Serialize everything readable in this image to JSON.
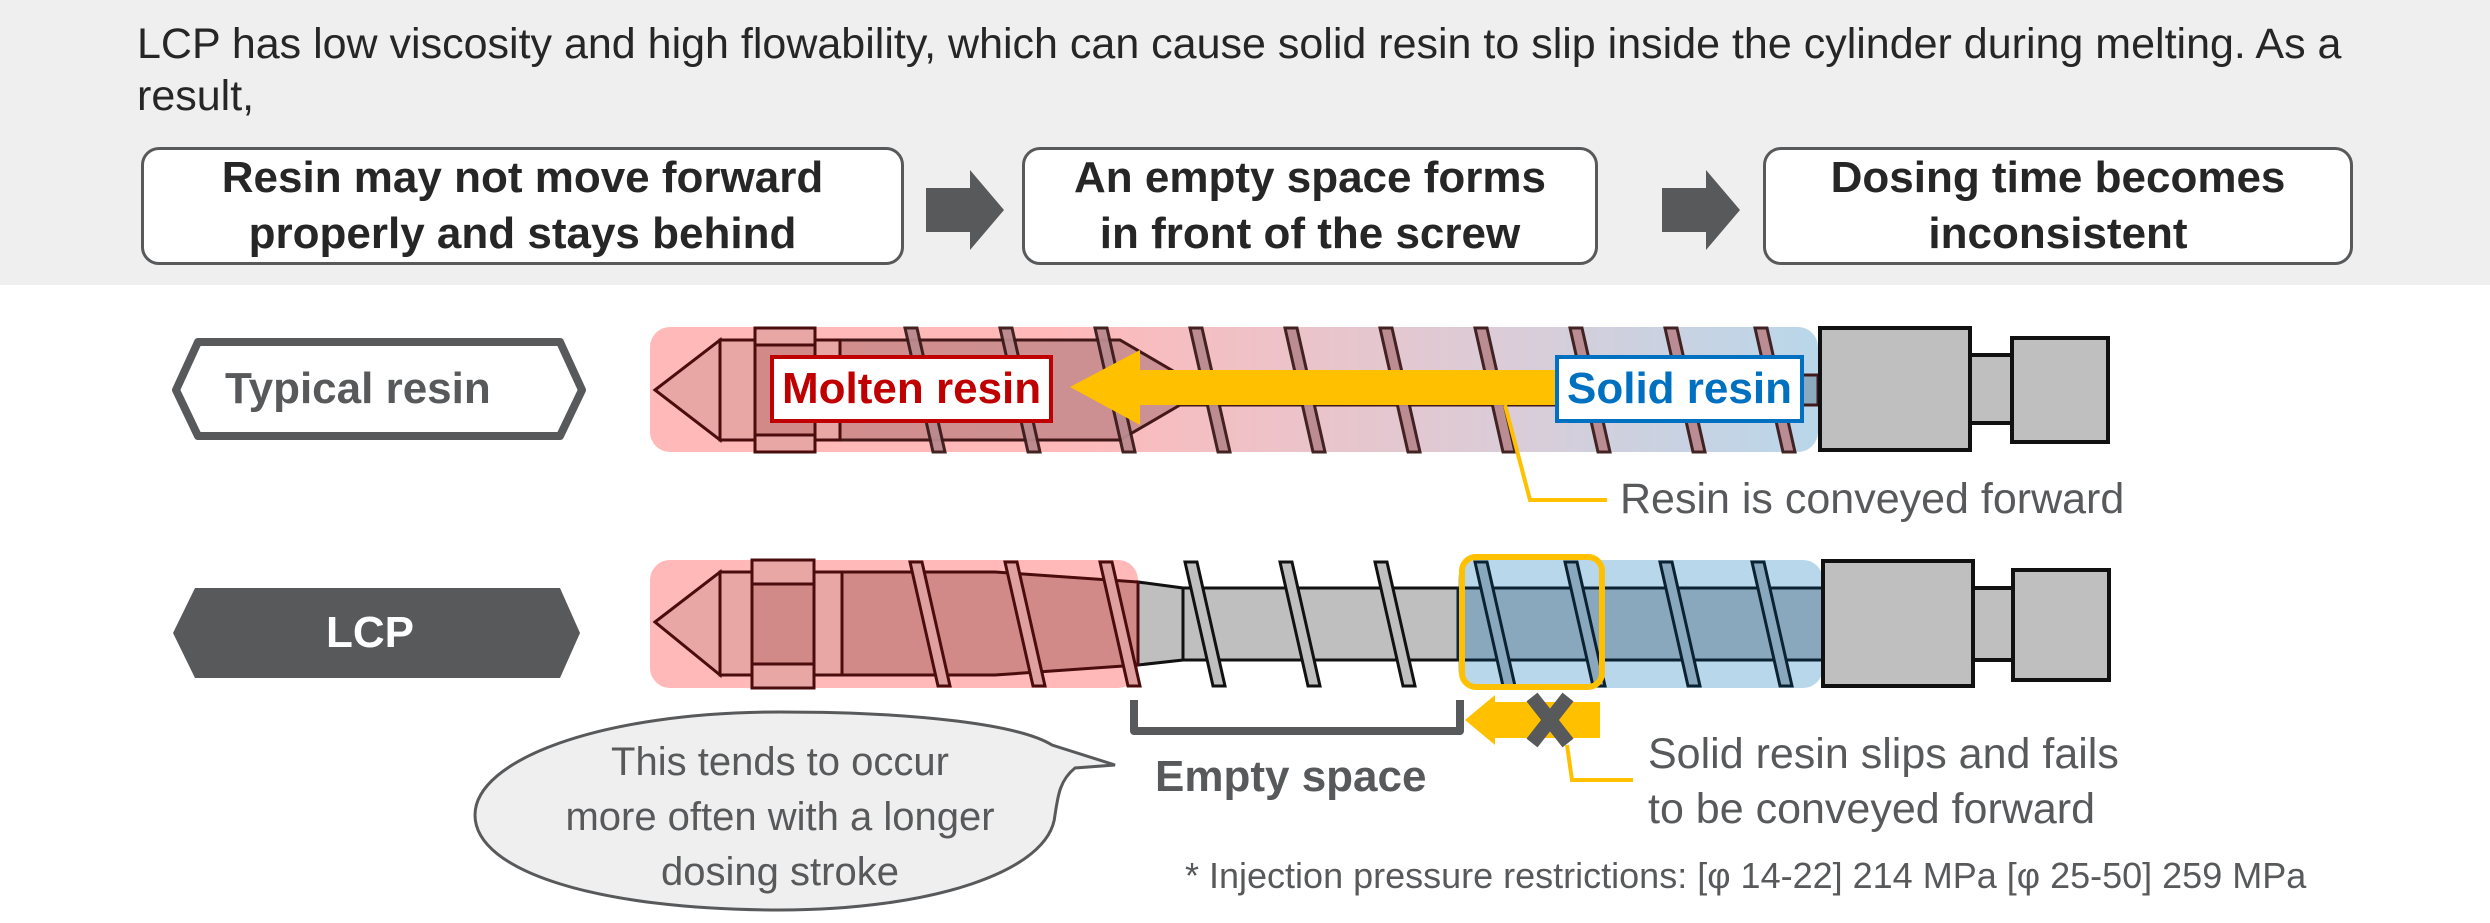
{
  "intro": {
    "text": "LCP has low viscosity and high flowability, which can cause solid resin to slip inside the cylinder during melting. As a result,"
  },
  "flow": {
    "steps": [
      {
        "label_line1": "Resin may not move forward",
        "label_line2": "properly and stays behind"
      },
      {
        "label_line1": "An empty space forms",
        "label_line2": "in front of the screw"
      },
      {
        "label_line1": "Dosing time becomes",
        "label_line2": "inconsistent"
      }
    ],
    "arrow_icon": "right-block-arrow"
  },
  "typical": {
    "label": "Typical resin",
    "molten_label": "Molten resin",
    "solid_label": "Solid resin",
    "callout": "Resin is conveyed forward"
  },
  "lcp": {
    "label": "LCP",
    "empty_space_label": "Empty space",
    "callout_line1": "Solid resin slips and fails",
    "callout_line2": "to be conveyed forward",
    "blocked_icon": "x-mark",
    "bubble_line1": "This tends to occur",
    "bubble_line2": "more often with a longer",
    "bubble_line3": "dosing stroke"
  },
  "footnote": "* Injection pressure restrictions: [φ 14-22] 214 MPa [φ 25-50] 259 MPa",
  "colors": {
    "panel_bg": "#efefef",
    "dark_gray": "#58595b",
    "molten_red": "#c00000",
    "molten_zone": "#ffb9b9",
    "solid_blue": "#0070c0",
    "solid_zone": "#b9d7ea",
    "arrow_yellow": "#ffc000",
    "screw_gray": "#bfbfbf"
  }
}
